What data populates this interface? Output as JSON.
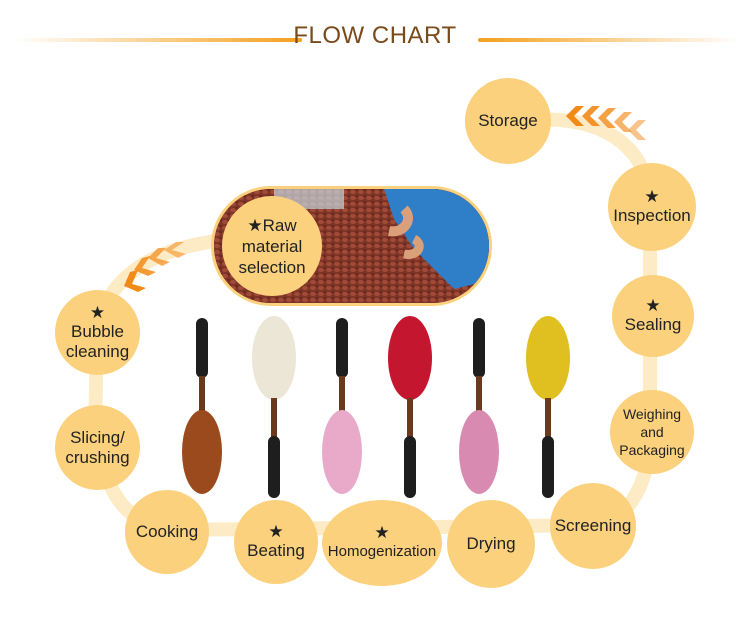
{
  "header": {
    "title": "FLOW CHART"
  },
  "colors": {
    "node": "#fbd17d",
    "track": "#fdebc6",
    "arrow": "#f28a18",
    "title_line": "#f4a01c"
  },
  "steps": {
    "raw": {
      "star": "★",
      "label_line1": "★Raw",
      "label_line2": "material",
      "label_line3": "selection"
    },
    "bubble": {
      "star": "★",
      "label_line1": "Bubble",
      "label_line2": "cleaning"
    },
    "slicing": {
      "label_line1": "Slicing/",
      "label_line2": "crushing"
    },
    "cooking": {
      "label": "Cooking"
    },
    "beating": {
      "star": "★",
      "label": "Beating"
    },
    "homogenization": {
      "star": "★",
      "label": "Homogenization"
    },
    "drying": {
      "label": "Drying"
    },
    "screening": {
      "label": "Screening"
    },
    "weighing": {
      "label_line1": "Weighing",
      "label_line2": "and",
      "label_line3": "Packaging"
    },
    "sealing": {
      "star": "★",
      "label": "Sealing"
    },
    "inspection": {
      "star": "★",
      "label": "Inspection"
    },
    "storage": {
      "label": "Storage"
    }
  },
  "spoons": [
    {
      "name": "brown-powder-spoon",
      "powder": "#9a4a1c"
    },
    {
      "name": "white-powder-spoon",
      "powder": "#ece6d6"
    },
    {
      "name": "pink-powder-spoon",
      "powder": "#e8aac8"
    },
    {
      "name": "red-powder-spoon",
      "powder": "#c4162e"
    },
    {
      "name": "mauve-powder-spoon",
      "powder": "#d88ab0"
    },
    {
      "name": "yellow-powder-spoon",
      "powder": "#e0c020"
    }
  ]
}
